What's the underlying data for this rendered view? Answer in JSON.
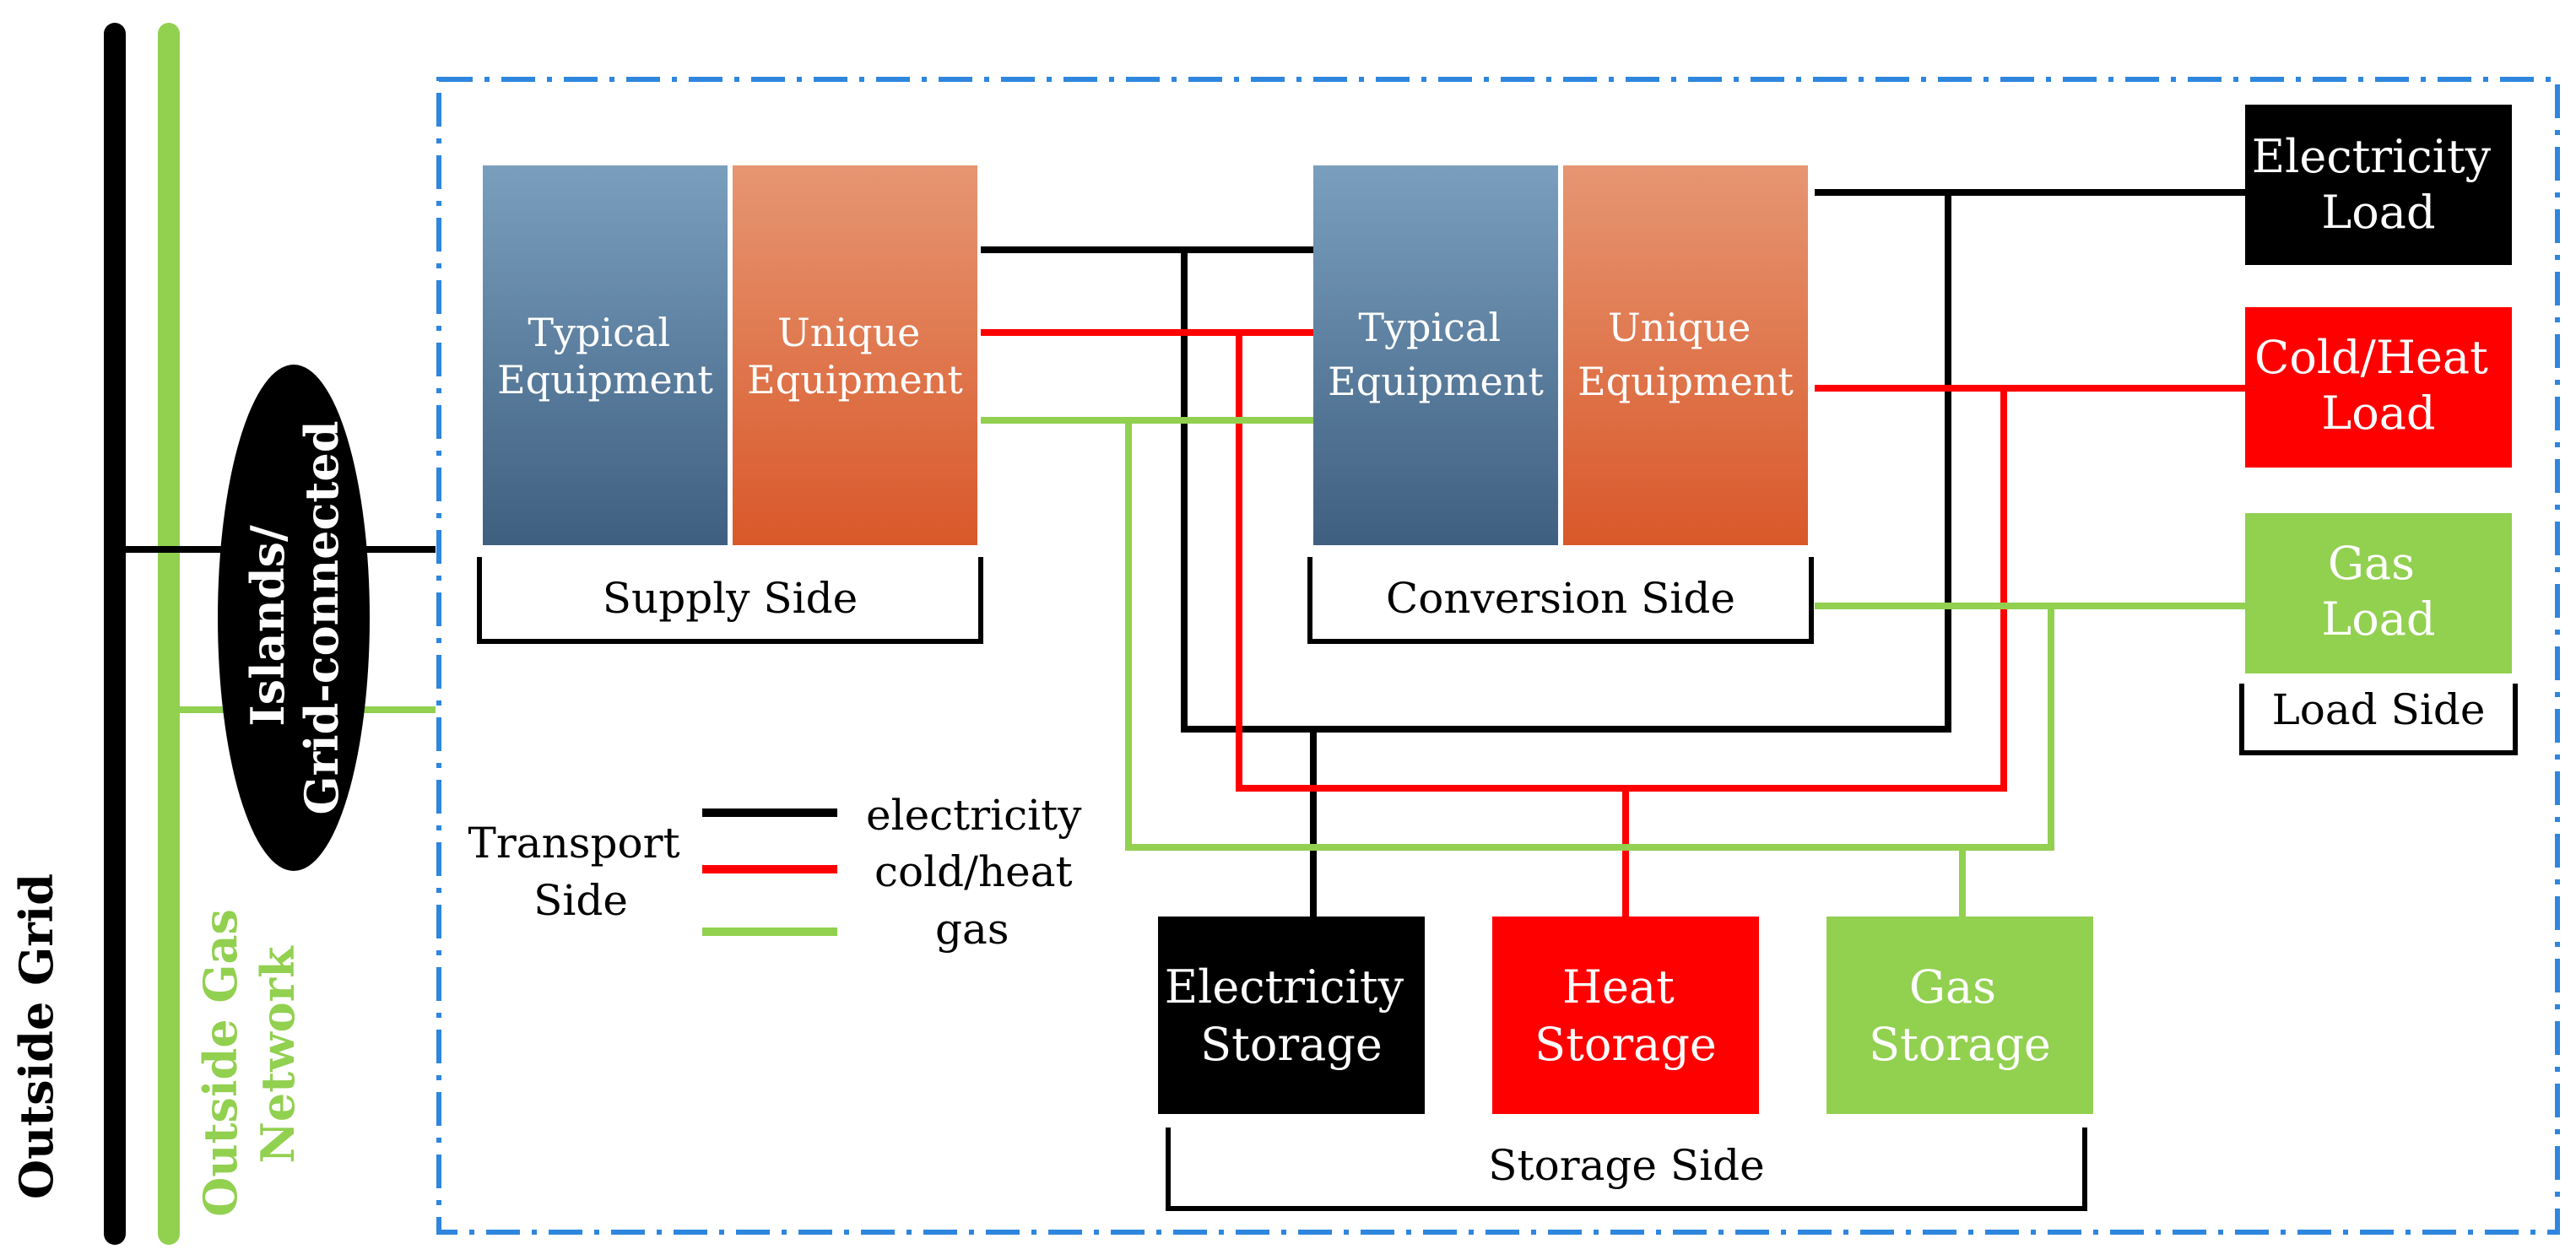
{
  "colors": {
    "electricity": "#000000",
    "heat": "#ff0000",
    "gas": "#92d050",
    "boundary": "#2e86de",
    "typical_top": "#7a9fbe",
    "typical_bottom": "#3f5f80",
    "unique_top": "#e69672",
    "unique_bottom": "#d9582a"
  },
  "outside_grid": {
    "label": "Outside Grid"
  },
  "outside_gas": {
    "label_line1": "Outside Gas",
    "label_line2": "Network"
  },
  "islands": {
    "label_line1": "Islands/",
    "label_line2": "Grid-connected"
  },
  "supply_side": {
    "label": "Supply Side",
    "typical": {
      "line1": "Typical",
      "line2": "Equipment"
    },
    "unique": {
      "line1": "Unique",
      "line2": "Equipment"
    }
  },
  "conversion_side": {
    "label": "Conversion Side",
    "typical": {
      "line1": "Typical",
      "line2": "Equipment"
    },
    "unique": {
      "line1": "Unique",
      "line2": "Equipment"
    }
  },
  "load_side": {
    "label": "Load Side",
    "electricity": {
      "line1": "Electricity",
      "line2": "Load"
    },
    "coldheat": {
      "line1": "Cold/Heat",
      "line2": "Load"
    },
    "gas": {
      "line1": "Gas",
      "line2": "Load"
    }
  },
  "storage_side": {
    "label": "Storage Side",
    "electricity": {
      "line1": "Electricity",
      "line2": "Storage"
    },
    "heat": {
      "line1": "Heat",
      "line2": "Storage"
    },
    "gas": {
      "line1": "Gas",
      "line2": "Storage"
    }
  },
  "transport": {
    "label_line1": "Transport",
    "label_line2": "Side",
    "legend": [
      "electricity",
      "cold/heat",
      "gas"
    ]
  }
}
